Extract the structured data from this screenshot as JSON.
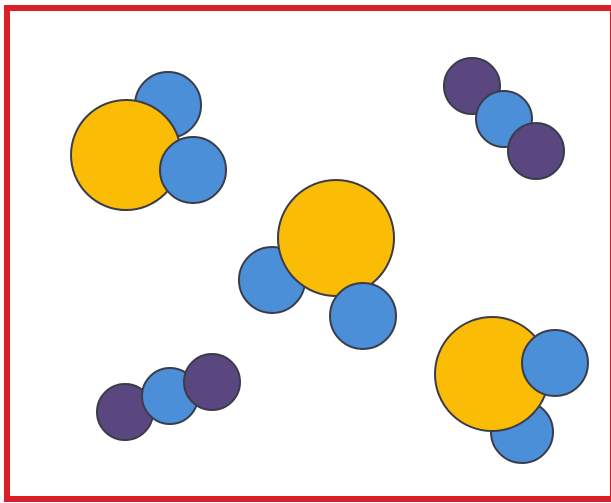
{
  "colors": {
    "frame": "#dc1f26",
    "background": "#ffffff",
    "outline": "#3b3b4a",
    "large_atom": "#fbbc05",
    "small_atom": "#4a8fd8",
    "dark_atom": "#5a4780"
  },
  "molecules": [
    {
      "id": "molecule-top-left",
      "kind": "bent-triatomic",
      "atoms": [
        {
          "role": "small",
          "color": "small_atom"
        },
        {
          "role": "large",
          "color": "large_atom"
        },
        {
          "role": "small",
          "color": "small_atom"
        }
      ]
    },
    {
      "id": "molecule-center",
      "kind": "bent-triatomic",
      "atoms": [
        {
          "role": "small",
          "color": "small_atom"
        },
        {
          "role": "large",
          "color": "large_atom"
        },
        {
          "role": "small",
          "color": "small_atom"
        }
      ]
    },
    {
      "id": "molecule-bottom-right",
      "kind": "bent-triatomic",
      "atoms": [
        {
          "role": "small",
          "color": "small_atom"
        },
        {
          "role": "large",
          "color": "large_atom"
        },
        {
          "role": "small",
          "color": "small_atom"
        }
      ]
    },
    {
      "id": "molecule-top-right",
      "kind": "linear-triatomic",
      "atoms": [
        {
          "role": "end",
          "color": "dark_atom"
        },
        {
          "role": "center",
          "color": "small_atom"
        },
        {
          "role": "end",
          "color": "dark_atom"
        }
      ]
    },
    {
      "id": "molecule-bottom-left",
      "kind": "linear-triatomic",
      "atoms": [
        {
          "role": "end",
          "color": "dark_atom"
        },
        {
          "role": "center",
          "color": "small_atom"
        },
        {
          "role": "end",
          "color": "dark_atom"
        }
      ]
    }
  ]
}
